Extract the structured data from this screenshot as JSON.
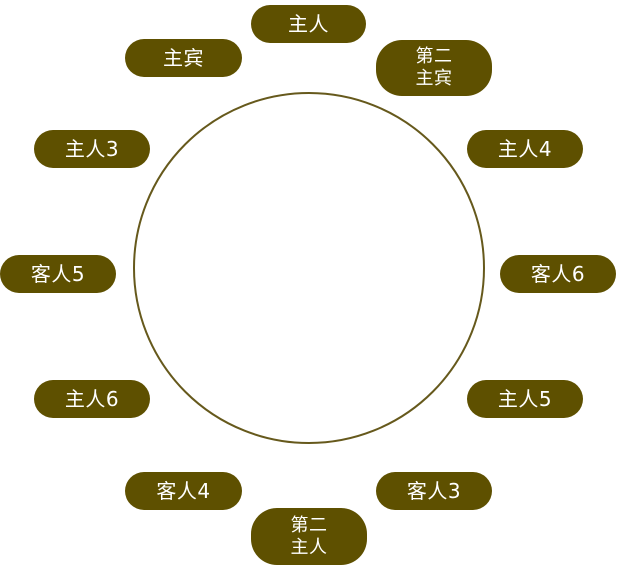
{
  "diagram": {
    "seats": {
      "host": "主人",
      "principal_guest": "主宾",
      "second_principal_guest": "第二\n主宾",
      "host_3": "主人3",
      "host_4": "主人4",
      "guest_5": "客人5",
      "guest_6": "客人6",
      "host_6": "主人6",
      "host_5": "主人5",
      "guest_4": "客人4",
      "guest_3": "客人3",
      "second_host": "第二\n主人"
    },
    "colors": {
      "seat_fill": "#5e5000",
      "seat_text": "#ffffff",
      "table_stroke": "#66591c"
    }
  }
}
